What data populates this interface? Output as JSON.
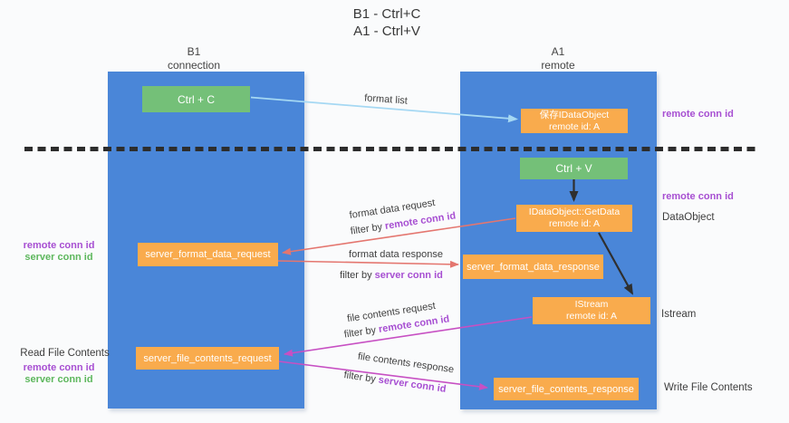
{
  "title": {
    "line1": "B1 - Ctrl+C",
    "line2": "A1 - Ctrl+V"
  },
  "lanes": {
    "b1": {
      "name": "B1",
      "role": "connection"
    },
    "a1": {
      "name": "A1",
      "role": "remote"
    }
  },
  "boxes": {
    "ctrl_c": {
      "label": "Ctrl + C"
    },
    "ctrl_v": {
      "label": "Ctrl + V"
    },
    "save_dataobject": {
      "line1": "保存IDataObject",
      "line2": "remote id: A"
    },
    "getdata": {
      "line1": "IDataObject::GetData",
      "line2": "remote id: A"
    },
    "format_request": {
      "label": "server_format_data_request"
    },
    "format_response": {
      "label": "server_format_data_response"
    },
    "istream": {
      "line1": "IStream",
      "line2": "remote id: A"
    },
    "file_request": {
      "label": "server_file_contents_request"
    },
    "file_response": {
      "label": "server_file_contents_response"
    }
  },
  "flow_labels": {
    "format_list": "format list",
    "format_data_request": "format data request",
    "format_data_response": "format data response",
    "file_contents_request": "file contents request",
    "file_contents_response": "file contents response",
    "filter_by": "filter by",
    "remote_conn_id": "remote conn id",
    "server_conn_id": "server conn id"
  },
  "side_labels": {
    "right_top_remote_conn_id": "remote conn id",
    "right_mid_remote_conn_id": "remote conn id",
    "dataobject": "DataObject",
    "istream": "Istream",
    "write_file_contents": "Write File Contents",
    "left_mid_remote_conn_id": "remote conn id",
    "left_mid_server_conn_id": "server conn id",
    "read_file_contents": "Read File Contents",
    "left_bottom_remote_conn_id": "remote conn id",
    "left_bottom_server_conn_id": "server conn id"
  },
  "colors": {
    "lane_blue": "#4a86d8",
    "box_orange": "#f9ab4d",
    "box_green": "#74c078",
    "arrow_light_blue": "#a5d8f3",
    "arrow_red": "#e4766f",
    "arrow_magenta": "#c750c3",
    "arrow_black": "#2f2f2f",
    "text_purple": "#a74fd2",
    "text_green": "#5db75d",
    "text_dark": "#3d3d3d",
    "separator_black": "#2d2d2d",
    "background": "#fafbfc"
  }
}
